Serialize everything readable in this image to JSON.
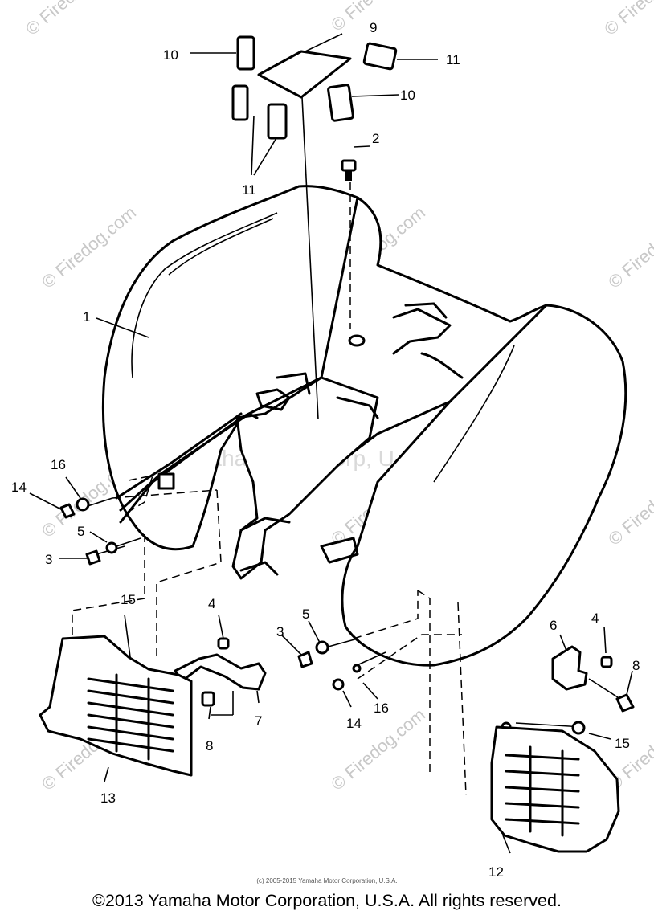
{
  "callouts": {
    "c1": "1",
    "c2": "2",
    "c3a": "3",
    "c3b": "3",
    "c4a": "4",
    "c4b": "4",
    "c5a": "5",
    "c5b": "5",
    "c6": "6",
    "c7": "7",
    "c8a": "8",
    "c8b": "8",
    "c9": "9",
    "c10a": "10",
    "c10b": "10",
    "c11a": "11",
    "c11b": "11",
    "c12": "12",
    "c13": "13",
    "c14a": "14",
    "c14b": "14",
    "c15a": "15",
    "c15b": "15",
    "c16a": "16",
    "c16b": "16"
  },
  "watermarks": {
    "firedog": "© Firedog.com",
    "yamaha": "Yamaha Motor Corp, U.S.A."
  },
  "footer": {
    "small": "(c) 2005-2015 Yamaha Motor Corporation, U.S.A.",
    "copyright": "©2013 Yamaha Motor Corporation, U.S.A. All rights reserved."
  }
}
